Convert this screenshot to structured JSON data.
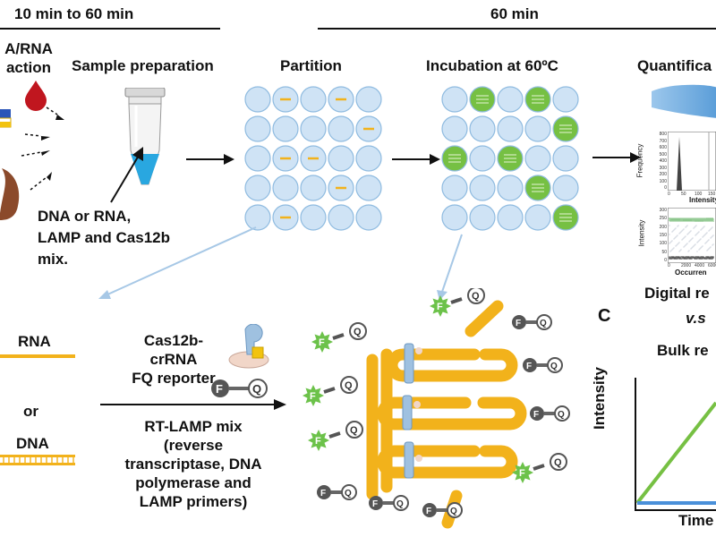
{
  "timeline": {
    "left": "10 min to 60 min",
    "right": "60 min"
  },
  "steps": {
    "extraction": "A/RNA\naction",
    "sample_prep": "Sample preparation",
    "partition": "Partition",
    "incubation": "Incubation at 60ºC",
    "quantification": "Quantifica"
  },
  "sample_note": "DNA or RNA,\nLAMP and Cas12b\nmix.",
  "histogram": {
    "ylabel": "Frequency",
    "xlabel": "Intensity",
    "yticks": [
      "800",
      "700",
      "600",
      "500",
      "400",
      "300",
      "200",
      "100",
      "0"
    ],
    "xticks": [
      "0",
      "50",
      "100",
      "150"
    ]
  },
  "scatter": {
    "ylabel": "Intensity",
    "xlabel": "Occurren",
    "yticks": [
      "300",
      "250",
      "200",
      "150",
      "100",
      "50",
      "0"
    ],
    "xticks": [
      "0",
      "2000",
      "4000",
      "6000"
    ]
  },
  "digital": {
    "line1": "Digital re",
    "line2": "v.s",
    "line3": "Bulk re"
  },
  "panel_c": "C",
  "nucleic": {
    "rna": "RNA",
    "or": "or",
    "dna": "DNA"
  },
  "reagents": {
    "cas": "Cas12b-\ncrRNA\nFQ reporter",
    "rtlamp": "RT-LAMP mix\n(reverse\ntranscriptase, DNA\npolymerase and\nLAMP primers)"
  },
  "reporter": {
    "f": "F",
    "q": "Q"
  },
  "bulk_plot": {
    "ylabel": "Intensity",
    "xlabel": "Time"
  },
  "colors": {
    "well_fill": "#cfe3f5",
    "well_stroke": "#8fbbe0",
    "positive": "#76c043",
    "lamp_yellow": "#f2b21b",
    "blue_arrow": "#a7c8e6",
    "blood": "#c0161f",
    "stool": "#8b4a2b",
    "reporter_green": "#6cc24a",
    "bulk_blue": "#4a90d9"
  }
}
